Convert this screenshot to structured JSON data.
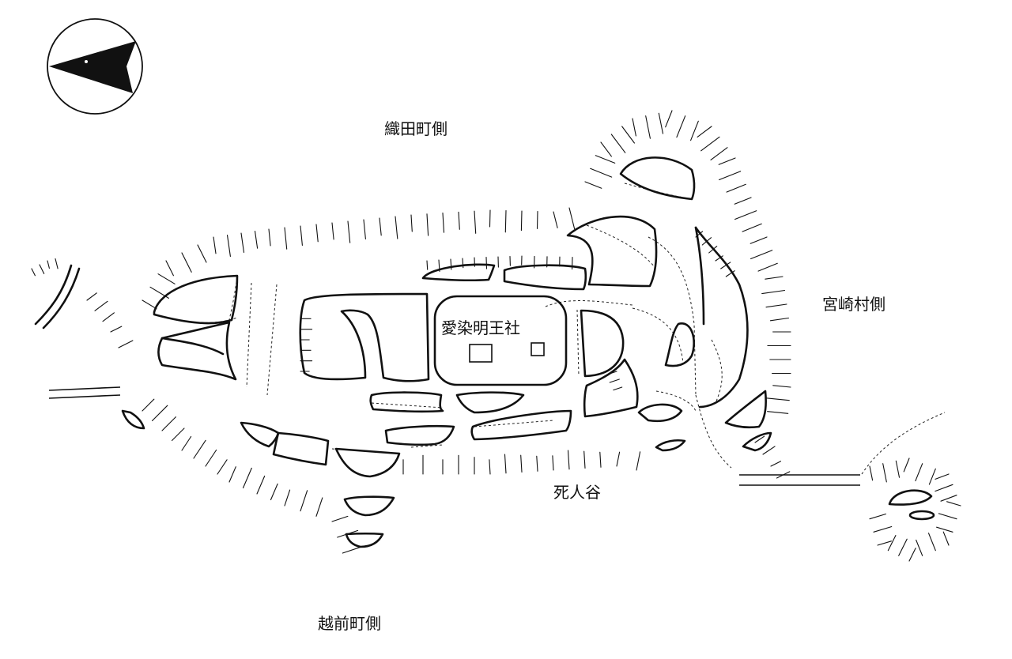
{
  "map": {
    "compass": {
      "icon": "north-arrow-icon"
    },
    "labels": {
      "oda": "織田町側",
      "miyazaki": "宮崎村側",
      "echizen": "越前町側",
      "shinindani": "死人谷",
      "shrine": "愛染明王社"
    },
    "colors": {
      "ink": "#111111",
      "paper": "#ffffff"
    }
  }
}
